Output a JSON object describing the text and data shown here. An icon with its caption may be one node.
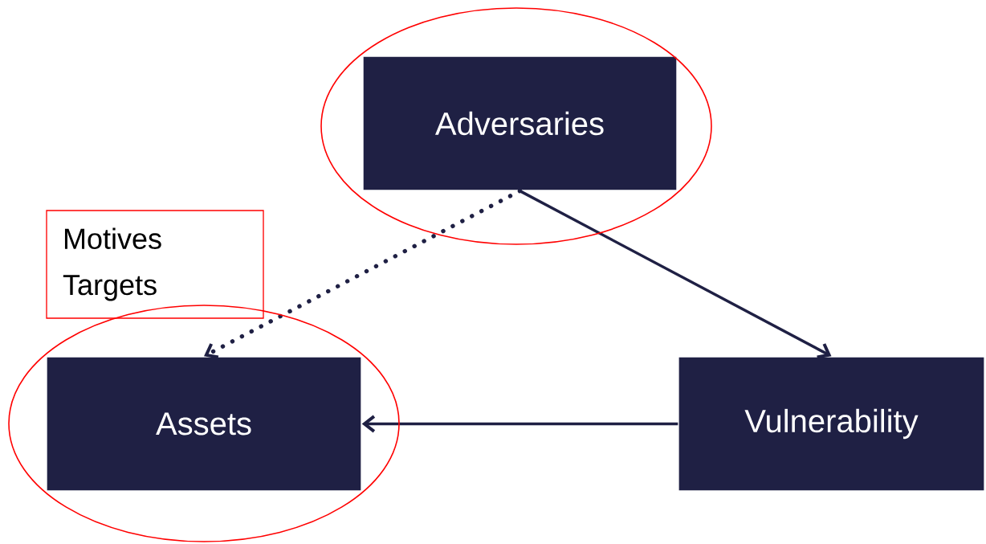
{
  "diagram": {
    "nodes": [
      {
        "text": [
          "Adversaries"
        ]
      },
      {
        "text": [
          "Motives Targets"
        ]
      },
      {
        "text": [
          "Assets"
        ]
      },
      {
        "text": [
          "Vulnerability"
        ]
      }
    ],
    "edges": [
      {
        "from": 0,
        "to": 2,
        "arrow": "to",
        "style": "dashed"
      },
      {
        "from": 0,
        "to": 3,
        "arrow": "to"
      },
      {
        "from": 3,
        "to": 2,
        "arrow": "to"
      }
    ]
  }
}
